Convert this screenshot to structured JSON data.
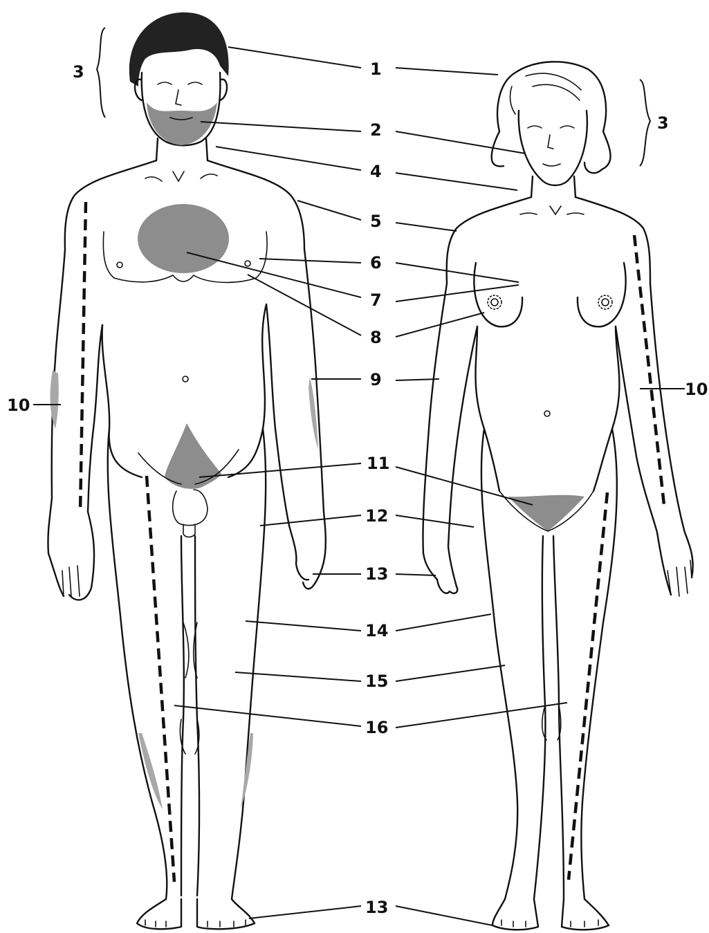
{
  "labels": {
    "l1": "1",
    "l2": "2",
    "l3_male": "3",
    "l3_female": "3",
    "l4": "4",
    "l5": "5",
    "l6": "6",
    "l7": "7",
    "l8": "8",
    "l9": "9",
    "l10_male": "10",
    "l10_female": "10",
    "l11": "11",
    "l12": "12",
    "l13_hand": "13",
    "l13_feet": "13",
    "l14": "14",
    "l15": "15",
    "l16": "16"
  },
  "figures": [
    {
      "name": "male-figure",
      "icon": "male-body-outline"
    },
    {
      "name": "female-figure",
      "icon": "female-body-outline"
    }
  ],
  "colors": {
    "shading": "#8d8d8d",
    "outline": "#111111",
    "background": "#ffffff"
  }
}
